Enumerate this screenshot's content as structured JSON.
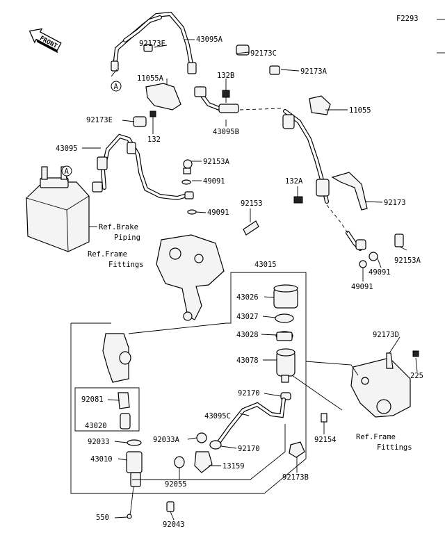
{
  "figure_code": "F2293",
  "front_label": "FRONT",
  "ref_marks": [
    {
      "id": "mark-a-top",
      "text": "A"
    },
    {
      "id": "mark-a-abs",
      "text": "A"
    }
  ],
  "parts": [
    {
      "id": "p43095A",
      "text": "43095A"
    },
    {
      "id": "p92173E_top",
      "text": "92173E"
    },
    {
      "id": "p92173C",
      "text": "92173C"
    },
    {
      "id": "p92173A",
      "text": "92173A"
    },
    {
      "id": "p11055A",
      "text": "11055A"
    },
    {
      "id": "p132B",
      "text": "132B"
    },
    {
      "id": "p11055",
      "text": "11055"
    },
    {
      "id": "p92173E_mid",
      "text": "92173E"
    },
    {
      "id": "p43095B",
      "text": "43095B"
    },
    {
      "id": "p132_top",
      "text": "132"
    },
    {
      "id": "p43095",
      "text": "43095"
    },
    {
      "id": "p92153A_top",
      "text": "92153A"
    },
    {
      "id": "p49091_top",
      "text": "49091"
    },
    {
      "id": "p132A",
      "text": "132A"
    },
    {
      "id": "p92173",
      "text": "92173"
    },
    {
      "id": "p49091_mid",
      "text": "49091"
    },
    {
      "id": "p92153",
      "text": "92153"
    },
    {
      "id": "p92153A_right",
      "text": "92153A"
    },
    {
      "id": "p49091_right2",
      "text": "49091"
    },
    {
      "id": "p49091_right",
      "text": "49091"
    },
    {
      "id": "p43015",
      "text": "43015"
    },
    {
      "id": "p43026",
      "text": "43026"
    },
    {
      "id": "p43027",
      "text": "43027"
    },
    {
      "id": "p43028",
      "text": "43028"
    },
    {
      "id": "p92173D",
      "text": "92173D"
    },
    {
      "id": "p43078",
      "text": "43078"
    },
    {
      "id": "p225",
      "text": "225"
    },
    {
      "id": "p92081",
      "text": "92081"
    },
    {
      "id": "p92170_top",
      "text": "92170"
    },
    {
      "id": "p43095C",
      "text": "43095C"
    },
    {
      "id": "p43020",
      "text": "43020"
    },
    {
      "id": "p92154",
      "text": "92154"
    },
    {
      "id": "p92033",
      "text": "92033"
    },
    {
      "id": "p92033A",
      "text": "92033A"
    },
    {
      "id": "p92170_bot",
      "text": "92170"
    },
    {
      "id": "p43010",
      "text": "43010"
    },
    {
      "id": "p13159",
      "text": "13159"
    },
    {
      "id": "p92173B",
      "text": "92173B"
    },
    {
      "id": "p92055",
      "text": "92055"
    },
    {
      "id": "p550",
      "text": "550"
    },
    {
      "id": "p92043",
      "text": "92043"
    }
  ],
  "refs": {
    "brake_line1": "Ref.Brake",
    "brake_line2": "Piping",
    "frame_left_line1": "Ref.Frame",
    "frame_left_line2": "Fittings",
    "frame_right_line1": "Ref.Frame",
    "frame_right_line2": "Fittings"
  }
}
